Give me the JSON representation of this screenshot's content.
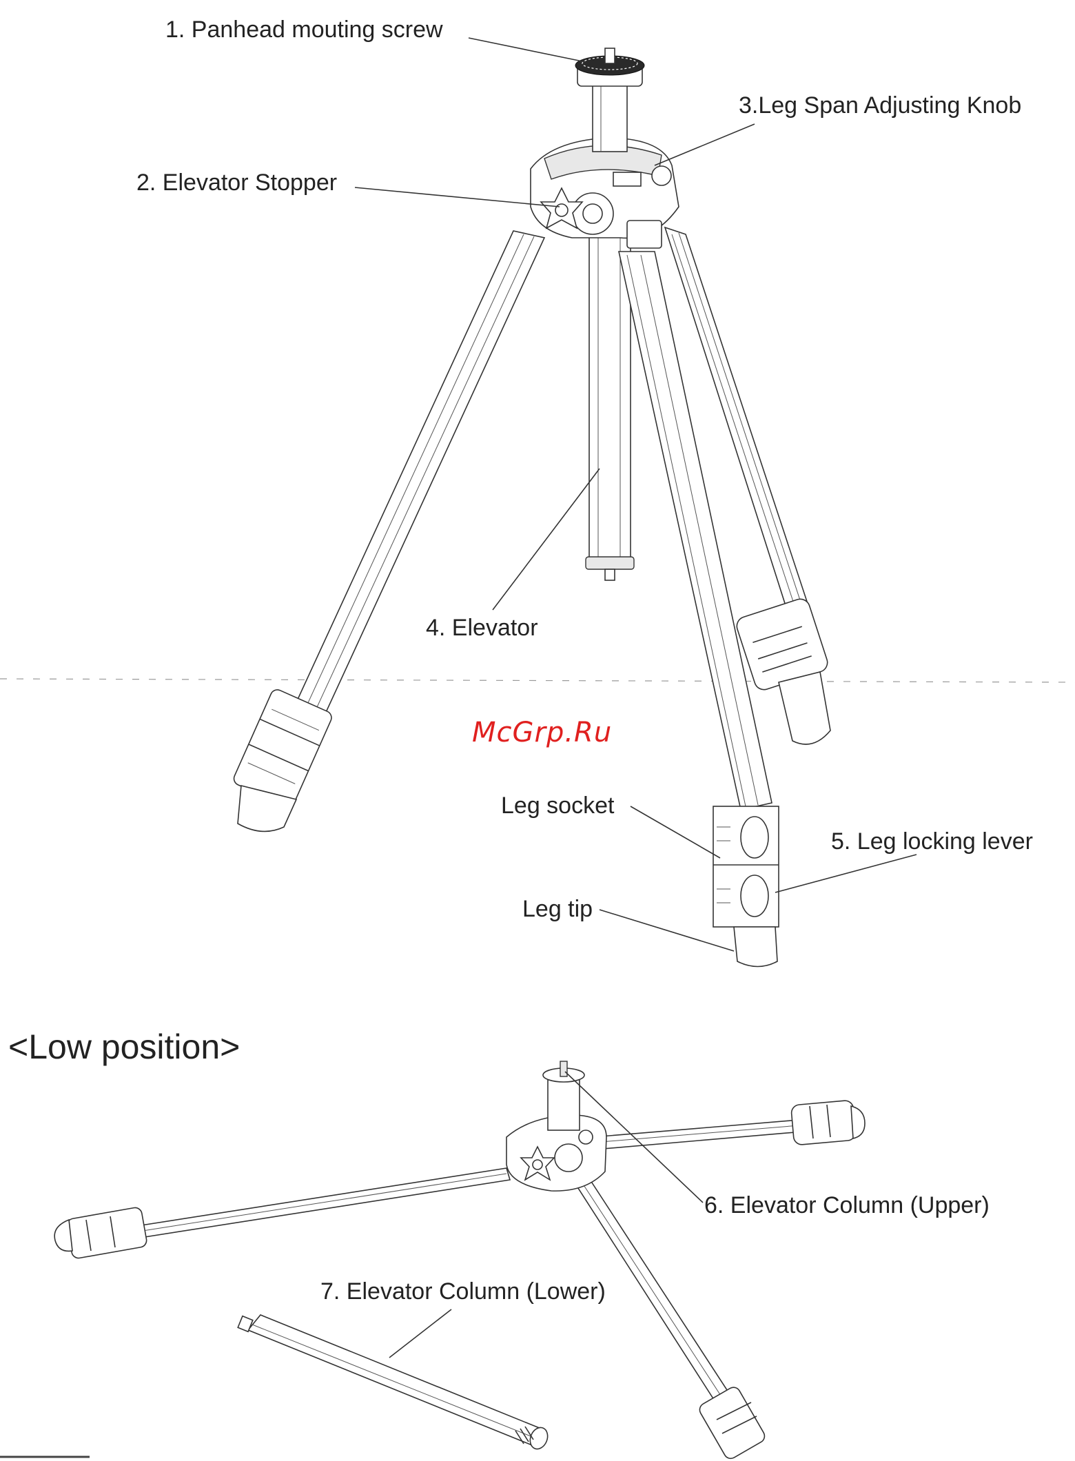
{
  "labels": {
    "panhead_screw": "1. Panhead mouting screw",
    "elevator_stopper": "2. Elevator Stopper",
    "leg_span_knob": "3.Leg Span Adjusting Knob",
    "elevator": "4. Elevator",
    "leg_socket": "Leg socket",
    "leg_locking_lever": "5. Leg locking lever",
    "leg_tip": "Leg tip",
    "elevator_column_upper": "6. Elevator Column (Upper)",
    "elevator_column_lower": "7. Elevator Column (Lower)"
  },
  "section": {
    "low_position": "<Low position>"
  },
  "watermark": "McGrp.Ru"
}
